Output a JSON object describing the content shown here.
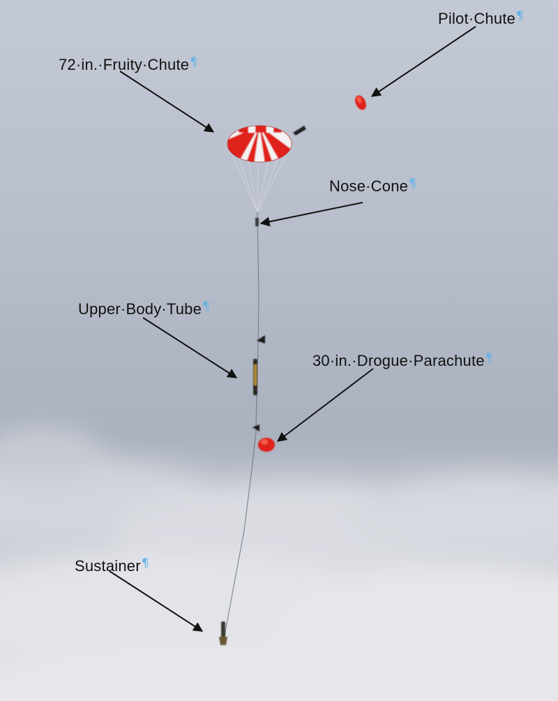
{
  "labels": {
    "pilot_chute": "Pilot·Chute",
    "fruity_chute": "72·in.·Fruity·Chute",
    "nose_cone": "Nose·Cone",
    "upper_body_tube": "Upper·Body·Tube",
    "drogue_parachute": "30·in.·Drogue·Parachute",
    "sustainer": "Sustainer"
  },
  "pilcrow": "¶",
  "colors": {
    "sky_top": "#c4cad6",
    "sky_mid": "#aeb5c4",
    "cloud": "#e3e4e9",
    "parachute_red": "#e0201a",
    "parachute_white": "#f4f2f2",
    "arrow": "#111111",
    "pilcrow": "#62b4e8"
  }
}
